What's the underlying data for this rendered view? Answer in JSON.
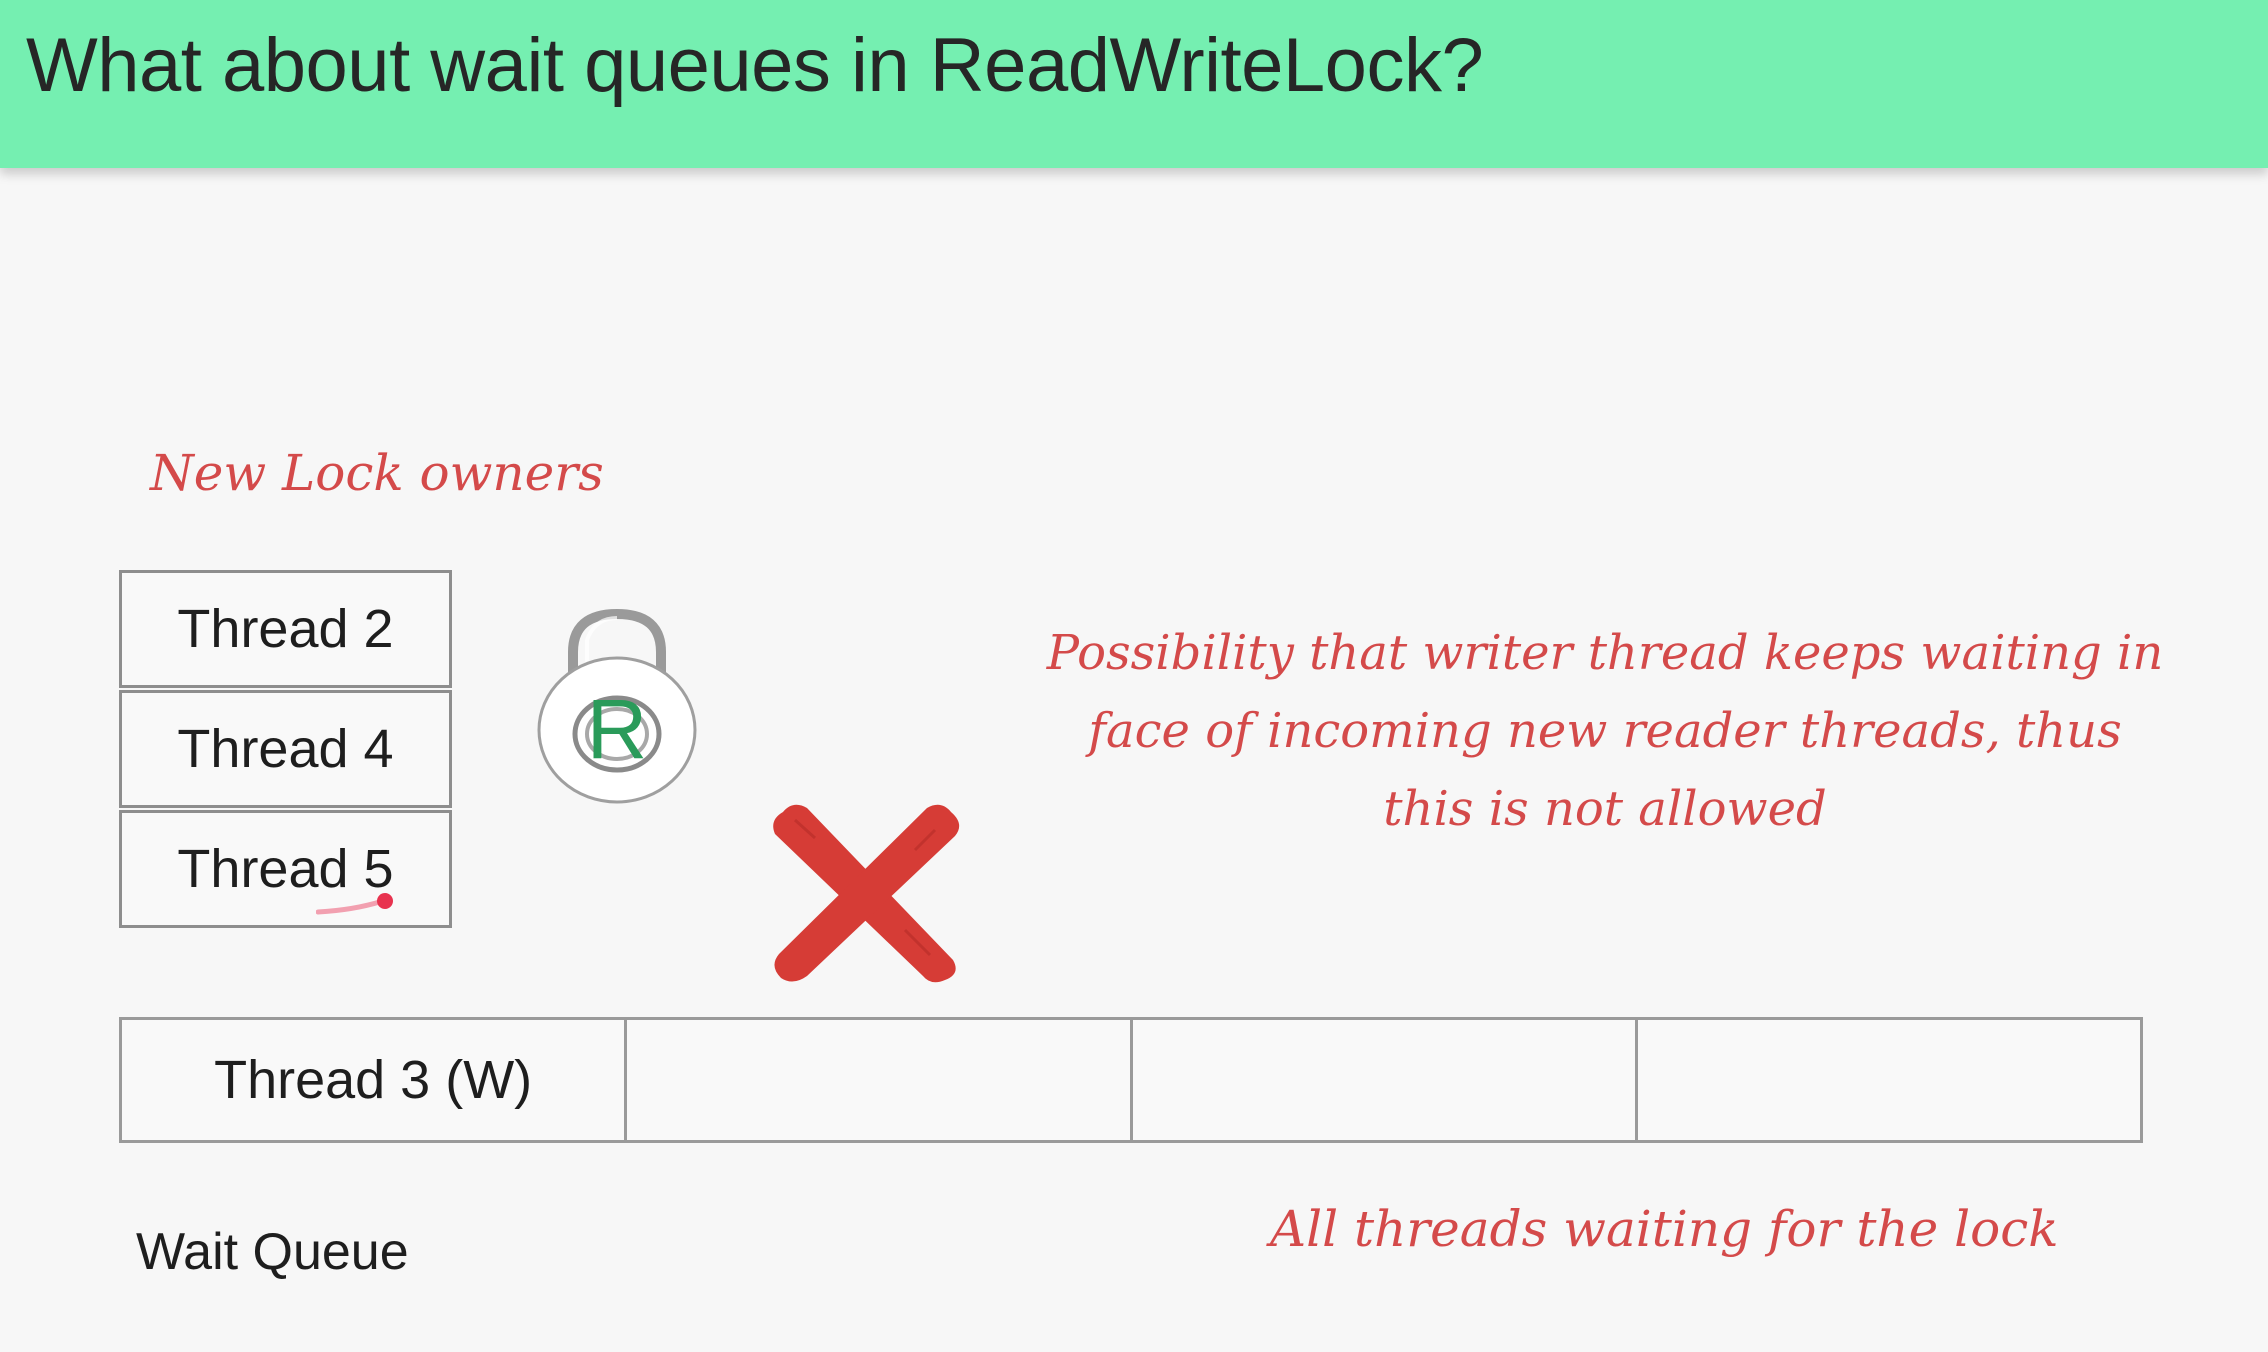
{
  "header": {
    "title": "What about wait queues in ReadWriteLock?",
    "background": "#75efb1"
  },
  "annotations": {
    "new_owners": "New Lock owners",
    "starvation_note": "Possibility that writer thread keeps waiting in face of incoming new reader threads, thus this is not allowed",
    "queue_note": "All threads waiting for the lock"
  },
  "owners": [
    {
      "label": "Thread 2"
    },
    {
      "label": "Thread 4"
    },
    {
      "label": "Thread 5"
    }
  ],
  "lock": {
    "letter": "R",
    "icon": "padlock-icon",
    "letter_color": "#2a9b5a"
  },
  "rejection_mark": {
    "icon": "red-x-icon",
    "color": "#d63c36"
  },
  "wait_queue": {
    "label": "Wait Queue",
    "cells": [
      "Thread 3 (W)",
      "",
      "",
      ""
    ]
  }
}
